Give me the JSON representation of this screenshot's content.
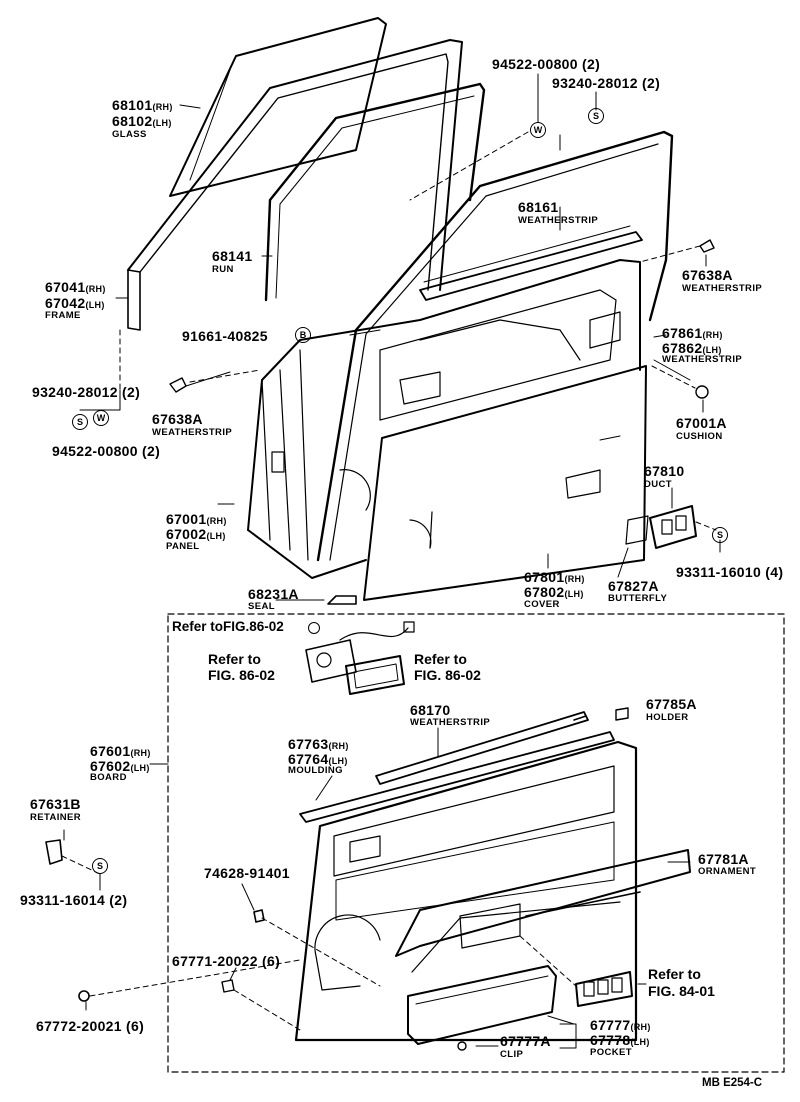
{
  "parts": {
    "p68101": {
      "num": "68101",
      "suffix": "(RH)"
    },
    "p68102": {
      "num": "68102",
      "suffix": "(LH)",
      "name": "GLASS"
    },
    "p68141": {
      "num": "68141",
      "name": "RUN"
    },
    "p67041": {
      "num": "67041",
      "suffix": "(RH)"
    },
    "p67042": {
      "num": "67042",
      "suffix": "(LH)",
      "name": "FRAME"
    },
    "p91661": {
      "num": "91661-40825",
      "mark": "B"
    },
    "p93240_left": {
      "num": "93240-28012",
      "qty": "(2)"
    },
    "p94522_left": {
      "num": "94522-00800",
      "qty": "(2)"
    },
    "p94522_top": {
      "num": "94522-00800",
      "qty": "(2)",
      "mark": "W"
    },
    "p93240_top": {
      "num": "93240-28012",
      "qty": "(2)",
      "mark": "S"
    },
    "p68161": {
      "num": "68161",
      "name": "WEATHERSTRIP"
    },
    "p67638A_right": {
      "num": "67638A",
      "name": "WEATHERSTRIP"
    },
    "p67638A_left": {
      "num": "67638A",
      "name": "WEATHERSTRIP"
    },
    "p67861": {
      "num": "67861",
      "suffix": "(RH)"
    },
    "p67862": {
      "num": "67862",
      "suffix": "(LH)",
      "name": "WEATHERSTRIP"
    },
    "p67001A": {
      "num": "67001A",
      "name": "CUSHION"
    },
    "p67001": {
      "num": "67001",
      "suffix": "(RH)"
    },
    "p67002": {
      "num": "67002",
      "suffix": "(LH)",
      "name": "PANEL"
    },
    "p67810": {
      "num": "67810",
      "name": "DUCT"
    },
    "p93311_16010": {
      "num": "93311-16010",
      "qty": "(4)"
    },
    "p67801": {
      "num": "67801",
      "suffix": "(RH)"
    },
    "p67802": {
      "num": "67802",
      "suffix": "(LH)",
      "name": "COVER"
    },
    "p67827A": {
      "num": "67827A",
      "name": "BUTTERFLY"
    },
    "p68231A": {
      "num": "68231A",
      "name": "SEAL"
    },
    "p67785A": {
      "num": "67785A",
      "name": "HOLDER"
    },
    "p68170": {
      "num": "68170",
      "name": "WEATHERSTRIP"
    },
    "p67763": {
      "num": "67763",
      "suffix": "(RH)"
    },
    "p67764": {
      "num": "67764",
      "suffix": "(LH)",
      "name": "MOULDING"
    },
    "p67601": {
      "num": "67601",
      "suffix": "(RH)"
    },
    "p67602": {
      "num": "67602",
      "suffix": "(LH)",
      "name": "BOARD"
    },
    "p67631B": {
      "num": "67631B",
      "name": "RETAINER"
    },
    "p93311_16014": {
      "num": "93311-16014",
      "qty": "(2)"
    },
    "p74628": {
      "num": "74628-91401"
    },
    "p67781A": {
      "num": "67781A",
      "name": "ORNAMENT"
    },
    "p67771": {
      "num": "67771-20022",
      "qty": "(6)"
    },
    "p67772": {
      "num": "67772-20021",
      "qty": "(6)"
    },
    "p67777A": {
      "num": "67777A",
      "name": "CLIP"
    },
    "p67777": {
      "num": "67777",
      "suffix": "(RH)"
    },
    "p67778": {
      "num": "67778",
      "suffix": "(LH)",
      "name": "POCKET"
    }
  },
  "marks": {
    "s": "S",
    "w": "W",
    "b": "B"
  },
  "refs": {
    "box_title": "Refer toFIG.86-02",
    "refer_to": "Refer to",
    "fig_86_02": "FIG. 86-02",
    "fig_84_01": "FIG. 84-01"
  },
  "footer_code": "MB E254-C"
}
